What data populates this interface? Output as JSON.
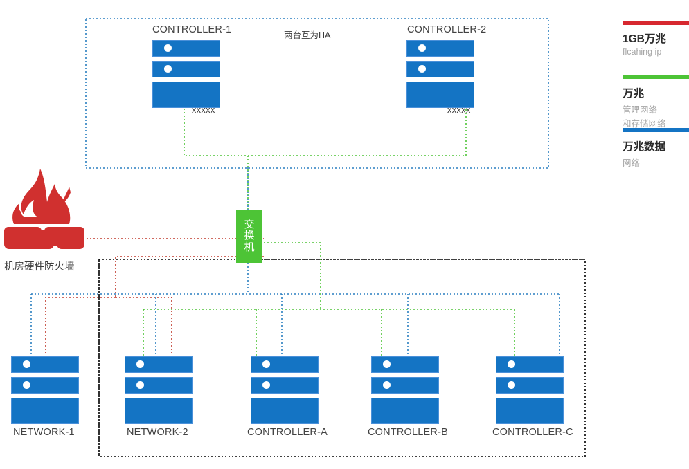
{
  "diagram": {
    "title_note": "两台互为HA",
    "firewall": {
      "label": "机房硬件防火墙",
      "icon": "firewall-flame-icon",
      "color": "#d0302f"
    },
    "switch": {
      "label": "交换机",
      "color": "#4dc436"
    },
    "top_group": {
      "border_color": "#2a7fc0",
      "nodes": [
        {
          "name": "CONTROLLER-1",
          "sub_label": "xxxxx"
        },
        {
          "name": "CONTROLLER-2",
          "sub_label": "xxxxx"
        }
      ]
    },
    "bottom_group": {
      "border_color": "#000000",
      "nodes": [
        {
          "name": "NETWORK-1"
        },
        {
          "name": "NETWORK-2"
        },
        {
          "name": "CONTROLLER-A"
        },
        {
          "name": "CONTROLLER-B"
        },
        {
          "name": "CONTROLLER-C"
        }
      ]
    },
    "server_colors": {
      "body": "#1474c4",
      "stroke": "#4a90d9",
      "led": "#ffffff"
    },
    "link_colors": {
      "red": "#c0392b",
      "green": "#4dc436",
      "blue": "#2a7fc0",
      "black": "#000000"
    }
  },
  "legend": {
    "items": [
      {
        "color": "#d7282f",
        "title": "1GB万兆",
        "sub1": "flcahing ip",
        "sub2": ""
      },
      {
        "color": "#4dc436",
        "title": "万兆",
        "sub1": "管理网络",
        "sub2": "和存储网络"
      },
      {
        "color": "#1474c4",
        "title": "万兆数据",
        "sub1": "网络",
        "sub2": ""
      }
    ]
  }
}
